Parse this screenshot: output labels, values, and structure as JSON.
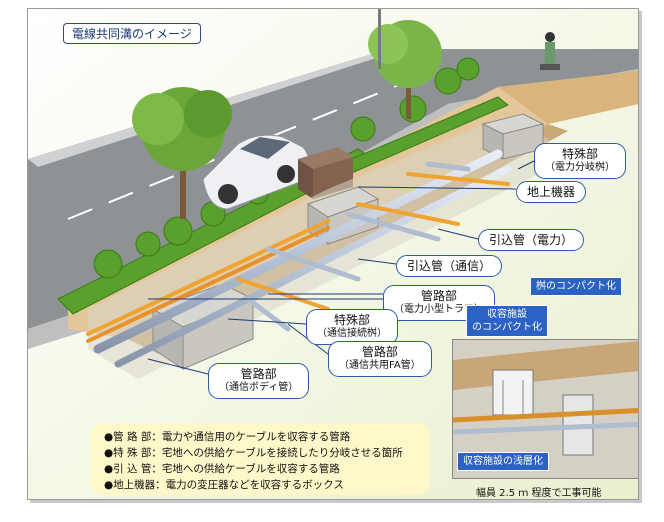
{
  "title": "電線共同溝のイメージ",
  "labels": {
    "special_branch": "特殊部",
    "special_branch_sub": "（電力分岐桝）",
    "ground_equipment": "地上機器",
    "service_pipe_power": "引込管（電力）",
    "service_pipe_comm": "引込管（通信）",
    "pipe_section_trough": "管路部",
    "pipe_section_trough_sub": "（電力小型トラフ）",
    "special_connection": "特殊部",
    "special_connection_sub": "（通信接続桝）",
    "pipe_section_fa": "管路部",
    "pipe_section_fa_sub": "（通信共用FA管）",
    "pipe_section_body": "管路部",
    "pipe_section_body_sub": "（通信ボディ管）"
  },
  "inset": {
    "compact_box": "桝のコンパクト化",
    "facility_compact": "収容施設\nのコンパクト化",
    "facility_shallow": "収容施設の浅層化",
    "width_note": "幅員 2.5 ｍ 程度で工事可能"
  },
  "legend": [
    {
      "term": "●管 路 部",
      "desc": "：電力や通信用のケーブルを収容する管路"
    },
    {
      "term": "●特 殊 部",
      "desc": "：宅地への供給ケーブルを接続したり分岐させる箇所"
    },
    {
      "term": "●引 込 管",
      "desc": "：宅地への供給ケーブルを収容する管路"
    },
    {
      "term": "●地上機器",
      "desc": "：電力の変圧器などを収容するボックス"
    }
  ]
}
